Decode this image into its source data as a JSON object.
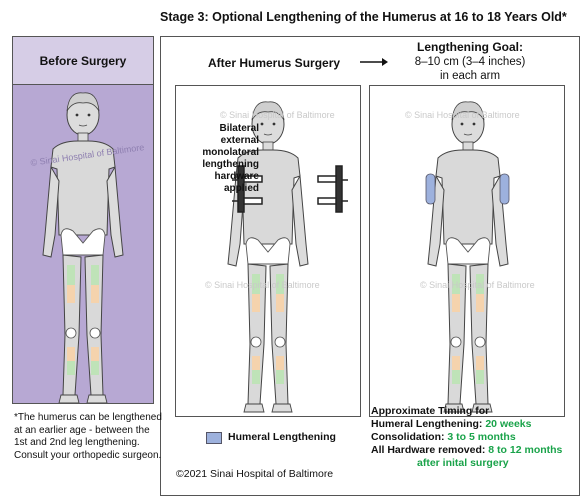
{
  "title": "Stage 3: Optional Lengthening of the Humerus at 16 to 18 Years Old*",
  "before_label": "Before Surgery",
  "after_label": "After Humerus Surgery",
  "goal": {
    "heading": "Lengthening Goal:",
    "line1": "8–10 cm (3–4 inches)",
    "line2": "in each arm"
  },
  "hardware_label": [
    "Bilateral",
    "external",
    "monolateral",
    "lengthening",
    "hardware",
    "applied"
  ],
  "watermark": "© Sinai Hospital of Baltimore",
  "footnote": "*The humerus can be lengthened at an earlier age - between the 1st and 2nd leg lengthening. Consult your orthopedic surgeon.",
  "legend": {
    "label": "Humeral Lengthening",
    "color": "#9db1dd"
  },
  "timing": {
    "heading": "Approximate Timing for",
    "lengthening_label": "Humeral Lengthening:",
    "lengthening_value": "20 weeks",
    "consolidation_label": "Consolidation:",
    "consolidation_value": "3 to 5 months",
    "hardware_label": "All Hardware removed:",
    "hardware_value": "8 to 12 months",
    "hardware_value2": "after inital surgery"
  },
  "copyright": "©2021 Sinai Hospital of Baltimore",
  "colors": {
    "panel_purple": "#b7a8d3",
    "panel_header": "#d6cde6",
    "body_gray": "#d9d9d9",
    "leg_green": "#bfe3b8",
    "leg_orange": "#f5d3ad",
    "humerus_blue": "#9db1dd",
    "timing_green": "#1aa34a"
  }
}
